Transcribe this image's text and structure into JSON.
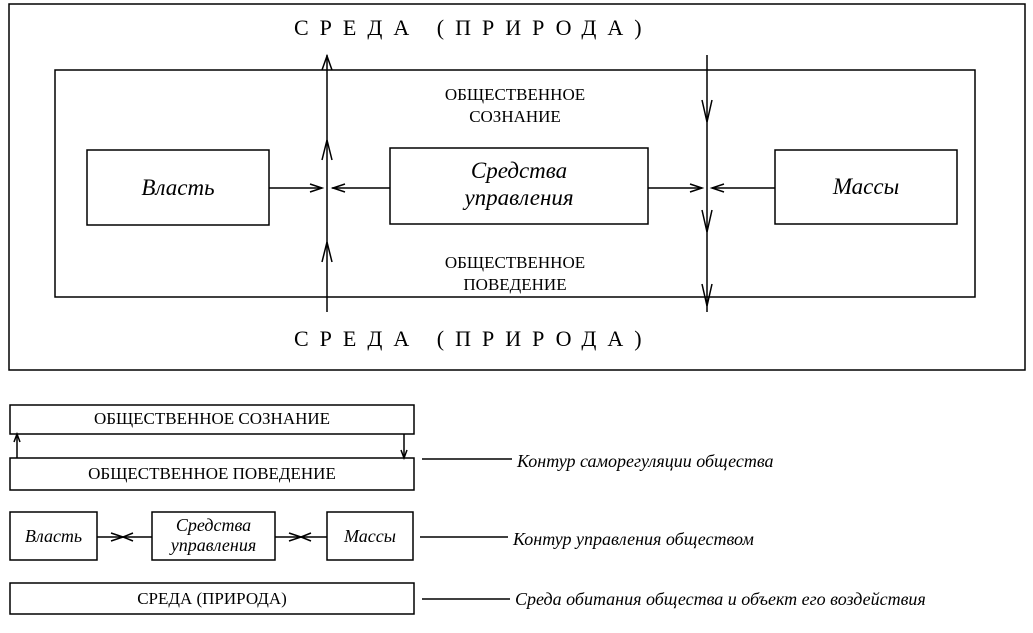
{
  "main_diagram": {
    "environment_top": "СРЕДА (ПРИРОДА)",
    "environment_bottom": "СРЕДА (ПРИРОДА)",
    "public_consciousness": "ОБЩЕСТВЕННОЕ СОЗНАНИЕ",
    "public_behavior": "ОБЩЕСТВЕННОЕ ПОВЕДЕНИЕ",
    "power": "Власть",
    "means_of_control": "Средства управления",
    "masses": "Массы"
  },
  "legend": {
    "consciousness_box": "ОБЩЕСТВЕННОЕ СОЗНАНИЕ",
    "behavior_box": "ОБЩЕСТВЕННОЕ ПОВЕДЕНИЕ",
    "self_regulation_label": "Контур саморегуляции общества",
    "power_box": "Власть",
    "means_box": "Средства управления",
    "masses_box": "Массы",
    "control_label": "Контур управления обществом",
    "environment_box": "СРЕДА (ПРИРОДА)",
    "environment_label": "Среда обитания общества и объект его воздействия"
  }
}
